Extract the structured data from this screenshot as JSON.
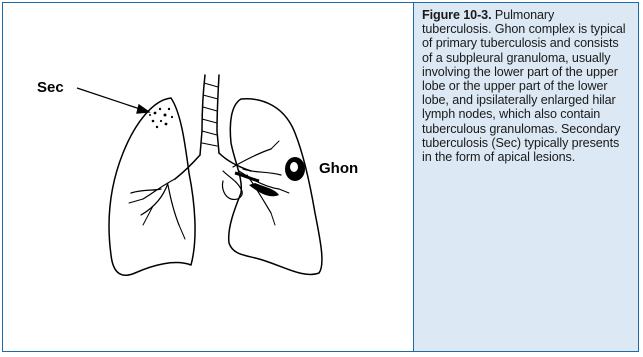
{
  "figure": {
    "labels": {
      "sec": "Sec",
      "ghon": "Ghon"
    },
    "caption": {
      "label": "Figure 10-3.",
      "text": "Pulmonary tuberculosis. Ghon complex is typical of primary tuberculosis and consists of a subpleural granuloma, usually involving the lower part of the upper lobe or the upper part of the lower lobe, and ipsilaterally enlarged hilar lymph nodes, which also contain tuberculous granulomas. Secondary tuberculosis (Sec) typically presents in the form of apical lesions."
    },
    "colors": {
      "border": "#1f6aa5",
      "caption_background": "#dce8f4",
      "ink": "#000000"
    }
  }
}
